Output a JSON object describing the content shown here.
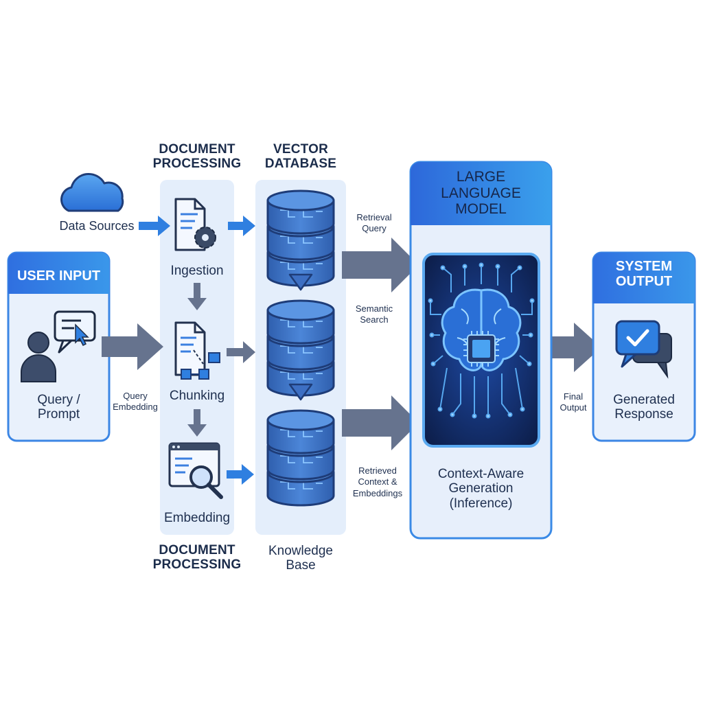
{
  "columns": {
    "doc_processing_top": "DOCUMENT\nPROCESSING",
    "doc_processing_bottom": "DOCUMENT\nPROCESSING",
    "vector_db": "VECTOR\nDATABASE",
    "knowledge_base": "Knowledge\nBase"
  },
  "inputs": {
    "data_sources": "Data Sources",
    "user_input_header": "USER INPUT",
    "query_prompt": "Query /\nPrompt"
  },
  "steps": {
    "ingestion": "Ingestion",
    "chunking": "Chunking",
    "embedding": "Embedding"
  },
  "edges": {
    "query_embedding": "Query\nEmbedding",
    "retrieval_query": "Retrieval\nQuery",
    "semantic_search": "Semantic\nSearch",
    "retrieved_context": "Retrieved\nContext &\nEmbeddings",
    "final_output": "Final\nOutput"
  },
  "llm": {
    "header": "LARGE\nLANGUAGE\nMODEL",
    "caption": "Context-Aware\nGeneration\n(Inference)"
  },
  "output": {
    "header": "SYSTEM\nOUTPUT",
    "response": "Generated\nResponse"
  },
  "colors": {
    "accent_blue": "#2f7fe0",
    "panel_fill": "#e3eefb",
    "arrow_gray": "#66738e",
    "db_blue": "#3d6fc3"
  },
  "icons": [
    "cloud-icon",
    "document-gear-icon",
    "document-chunk-icon",
    "magnifier-screen-icon",
    "user-chat-icon",
    "database-cylinder-icon",
    "brain-chip-icon",
    "chat-check-icon"
  ]
}
